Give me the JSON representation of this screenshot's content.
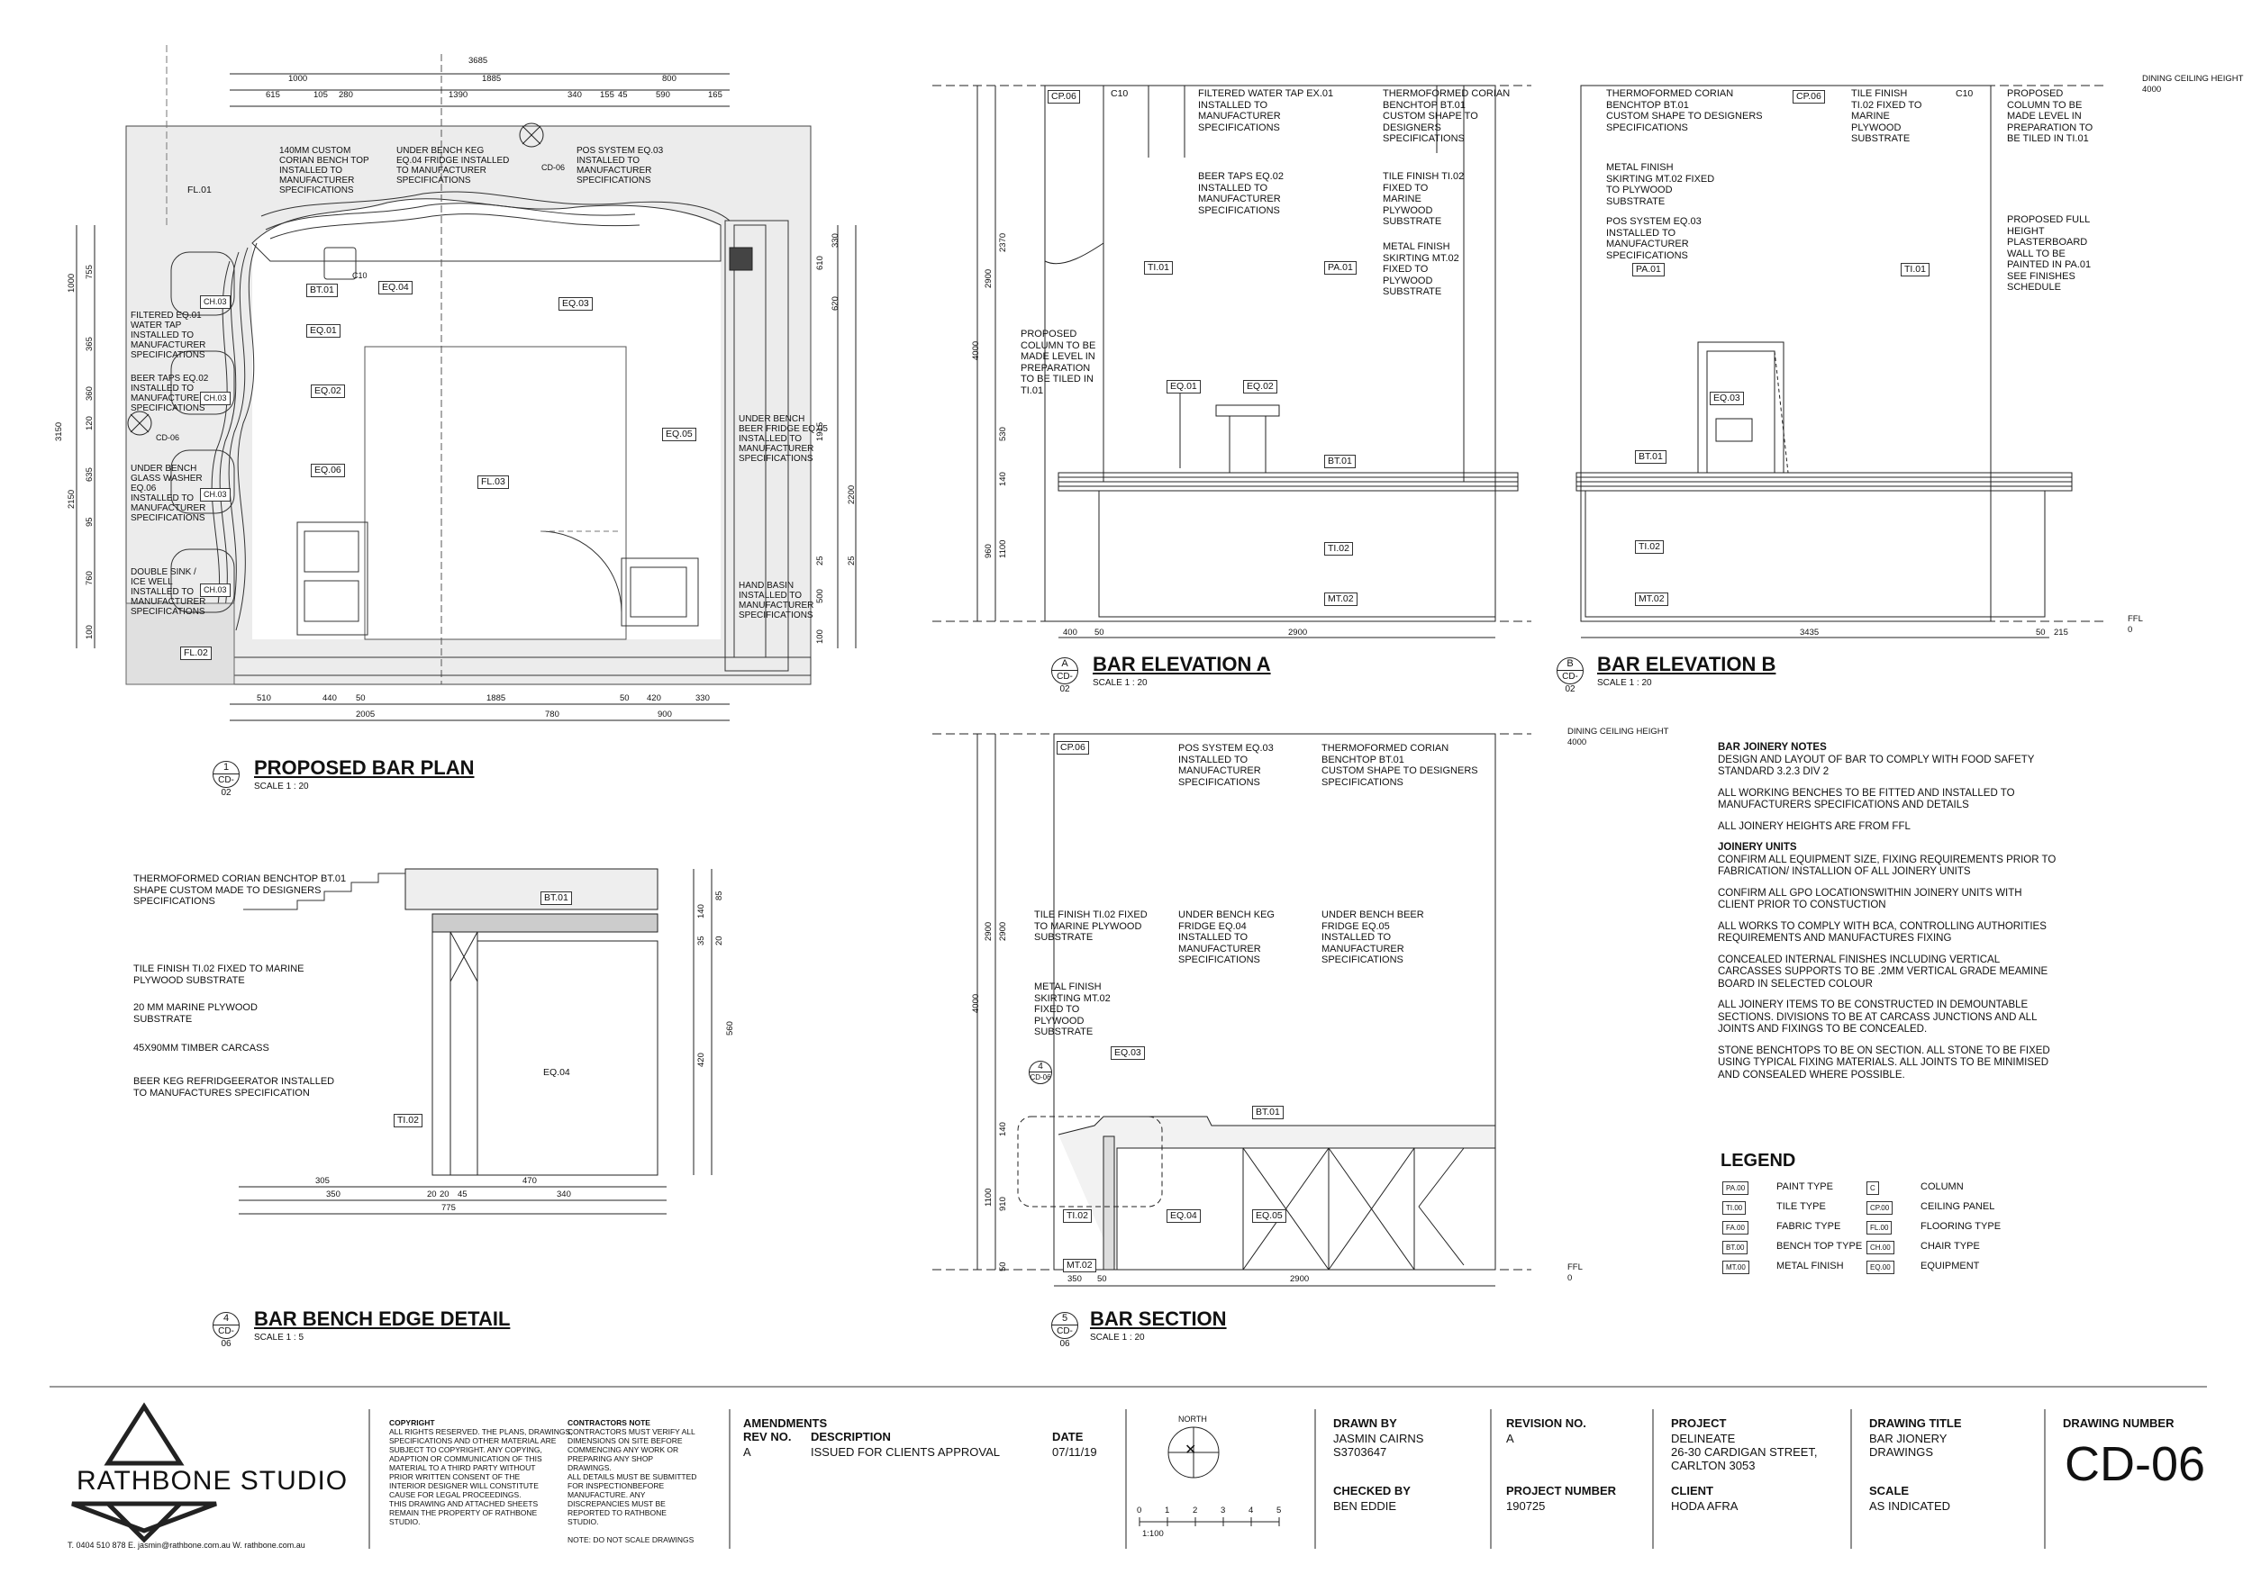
{
  "plan": {
    "title": "PROPOSED BAR PLAN",
    "circle_num": "1",
    "circle_ref": "CD-02",
    "scale": "SCALE 1 : 20",
    "top_dims_row1": "3685",
    "top_dims_row2": [
      "1000",
      "1885",
      "800"
    ],
    "top_dims_row3": [
      "615",
      "105",
      "280",
      "1390",
      "340",
      "155",
      "45",
      "590",
      "165"
    ],
    "bottom_dims_row1": [
      "510",
      "440",
      "50",
      "1885",
      "50",
      "420",
      "330"
    ],
    "bottom_dims_row2": [
      "2005",
      "780",
      "900"
    ],
    "left_dims": [
      "755",
      "365",
      "360",
      "120",
      "635",
      "95",
      "760",
      "100"
    ],
    "left_dims_total": [
      "1000",
      "3150",
      "2150"
    ],
    "right_dims": [
      "330",
      "610",
      "620",
      "1915",
      "2200",
      "25",
      "500",
      "25",
      "100"
    ],
    "labels": {
      "custom_top": "140MM CUSTOM\nCORIAN BENCH TOP\nINSTALLED TO\nMANUFACTURER\nSPECIFICATIONS",
      "fridge": "UNDER BENCH KEG\nEQ.04 FRIDGE INSTALLED\nTO MANUFACTURER\nSPECIFICATIONS",
      "pos": "POS SYSTEM EQ.03\nINSTALLED TO\nMANUFACTURER\nSPECIFICATIONS",
      "water_tap": "FILTERED EQ.01\nWATER TAP\nINSTALLED TO\nMANUFACTURER\nSPECIFICATIONS",
      "beer_taps": "BEER TAPS EQ.02\nINSTALLED TO\nMANUFACTURER\nSPECIFICATIONS",
      "glass_washer": "UNDER BENCH\nGLASS WASHER\nEQ.06\nINSTALLED TO\nMANUFACTURER\nSPECIFICATIONS",
      "sink": "DOUBLE SINK /\nICE WELL\nINSTALLED TO\nMANUFACTURER\nSPECIFICATIONS",
      "beer_fridge": "UNDER BENCH\nBEER FRIDGE EQ.05\nINSTALLED TO\nMANUFACTURER\nSPECIFICATIONS",
      "hand_basin": "HAND BASIN\nINSTALLED TO\nMANUFACTURER\nSPECIFICATIONS"
    },
    "tags": [
      "FL.01",
      "BT.01",
      "EQ.01",
      "EQ.02",
      "EQ.04",
      "EQ.03",
      "EQ.05",
      "EQ.06",
      "FL.03",
      "FL.02",
      "CH.03",
      "CH.03",
      "CH.03",
      "CH.03",
      "C10",
      "CD-06",
      "CD-06"
    ]
  },
  "elev_a": {
    "title": "BAR ELEVATION A",
    "circle_num": "A",
    "circle_ref": "CD-02",
    "scale": "SCALE 1 : 20",
    "labels": {
      "water_tap": "FILTERED WATER TAP EX.01\nINSTALLED TO\nMANUFACTURER\nSPECIFICATIONS",
      "corian": "THERMOFORMED CORIAN\nBENCHTOP BT.01\nCUSTOM SHAPE TO\nDESIGNERS\nSPECIFICATIONS",
      "beer_taps": "BEER TAPS EQ.02\nINSTALLED TO\nMANUFACTURER\nSPECIFICATIONS",
      "tile": "TILE FINISH TI.02\nFIXED TO\nMARINE\nPLYWOOD\nSUBSTRATE",
      "metal": "METAL FINISH\nSKIRTING MT.02\nFIXED TO\nPLYWOOD\nSUBSTRATE",
      "column": "PROPOSED\nCOLUMN TO BE\nMADE LEVEL IN\nPREPARATION\nTO BE TILED IN\nTI.01"
    },
    "tags": [
      "CP.06",
      "C10",
      "TI.01",
      "PA.01",
      "EQ.01",
      "EQ.02",
      "BT.01",
      "TI.02",
      "MT.02"
    ],
    "dims_left": [
      "2370",
      "2900",
      "4000",
      "530",
      "140",
      "960",
      "1100"
    ],
    "dims_bottom": [
      "400",
      "50",
      "2900"
    ]
  },
  "elev_b": {
    "title": "BAR ELEVATION B",
    "circle_num": "B",
    "circle_ref": "CD-02",
    "scale": "SCALE 1 : 20",
    "ceiling": "DINING CEILING HEIGHT",
    "ceiling_val": "4000",
    "ffl": "FFL",
    "ffl_val": "0",
    "labels": {
      "corian": "THERMOFORMED CORIAN\nBENCHTOP BT.01\nCUSTOM SHAPE TO DESIGNERS\nSPECIFICATIONS",
      "metal": "METAL FINISH\nSKIRTING MT.02 FIXED\nTO PLYWOOD\nSUBSTRATE",
      "pos": "POS SYSTEM EQ.03\nINSTALLED TO\nMANUFACTURER\nSPECIFICATIONS",
      "tile": "TILE FINISH\nTI.02 FIXED TO\nMARINE\nPLYWOOD\nSUBSTRATE",
      "column": "PROPOSED\nCOLUMN TO BE\nMADE LEVEL IN\nPREPARATION TO\nBE TILED IN TI.01",
      "wall": "PROPOSED FULL\nHEIGHT\nPLASTERBOARD\nWALL TO BE\nPAINTED IN PA.01\nSEE FINISHES\nSCHEDULE"
    },
    "tags": [
      "CP.06",
      "C10",
      "PA.01",
      "TI.01",
      "EQ.03",
      "BT.01",
      "TI.02",
      "MT.02"
    ],
    "dims_bottom": [
      "3435",
      "50",
      "215"
    ]
  },
  "section": {
    "title": "BAR SECTION",
    "circle_num": "5",
    "circle_ref": "CD-06",
    "scale": "SCALE 1 : 20",
    "ceiling": "DINING CEILING HEIGHT",
    "ceiling_val": "4000",
    "ffl": "FFL",
    "ffl_val": "0",
    "labels": {
      "pos": "POS SYSTEM EQ.03\nINSTALLED TO\nMANUFACTURER\nSPECIFICATIONS",
      "corian": "THERMOFORMED CORIAN\nBENCHTOP BT.01\nCUSTOM SHAPE TO DESIGNERS\nSPECIFICATIONS",
      "tile": "TILE FINISH TI.02 FIXED\nTO MARINE PLYWOOD\nSUBSTRATE",
      "keg": "UNDER BENCH KEG\nFRIDGE EQ.04\nINSTALLED TO\nMANUFACTURER\nSPECIFICATIONS",
      "beer": "UNDER BENCH BEER\nFRIDGE EQ.05\nINSTALLED TO\nMANUFACTURER\nSPECIFICATIONS",
      "metal": "METAL FINISH\nSKIRTING MT.02\nFIXED TO\nPLYWOOD\nSUBSTRATE"
    },
    "tags": [
      "CP.06",
      "EQ.03",
      "BT.01",
      "TI.02",
      "EQ.04",
      "EQ.05",
      "MT.02"
    ],
    "dims_left": [
      "2900",
      "2900",
      "4000",
      "140",
      "1100",
      "910",
      "50"
    ],
    "dims_bottom": [
      "350",
      "50",
      "2900"
    ],
    "detail_circle": "4",
    "detail_ref": "CD-06"
  },
  "edge": {
    "title": "BAR BENCH EDGE DETAIL",
    "circle_num": "4",
    "circle_ref": "CD-06",
    "scale": "SCALE 1 : 5",
    "labels": {
      "corian": "THERMOFORMED CORIAN BENCHTOP BT.01\nSHAPE CUSTOM MADE TO DESIGNERS\nSPECIFICATIONS",
      "tile": "TILE FINISH TI.02 FIXED TO MARINE\nPLYWOOD SUBSTRATE",
      "ply": "20 MM MARINE PLYWOOD\nSUBSTRATE",
      "timber": "45X90MM TIMBER CARCASS",
      "fridge": "BEER KEG REFRIDGEERATOR INSTALLED\nTO MANUFACTURES SPECIFICATION"
    },
    "tags": [
      "BT.01",
      "EQ.04",
      "TI.02"
    ],
    "dims_right": [
      "85",
      "140",
      "35",
      "20",
      "420",
      "560"
    ],
    "dims_bottom_row1": [
      "305",
      "470"
    ],
    "dims_bottom_row2": [
      "350",
      "20",
      "20",
      "45",
      "340"
    ],
    "dims_bottom_row3": "775"
  },
  "notes": {
    "h1": "BAR JOINERY NOTES",
    "p1": "DESIGN AND LAYOUT OF BAR TO COMPLY WITH FOOD SAFETY STANDARD 3.2.3 DIV 2",
    "p2": "ALL WORKING BENCHES TO BE FITTED AND INSTALLED TO MANUFACTURERS SPECIFICATIONS AND DETAILS",
    "p3": "ALL JOINERY HEIGHTS ARE FROM FFL",
    "h2": "JOINERY UNITS",
    "p4": "CONFIRM ALL EQUIPMENT SIZE, FIXING REQUIREMENTS PRIOR TO FABRICATION/ INSTALLION OF ALL JOINERY UNITS",
    "p5": "CONFIRM ALL GPO LOCATIONSWITHIN JOINERY UNITS WITH CLIENT PRIOR TO CONSTUCTION",
    "p6": "ALL WORKS TO COMPLY WITH BCA, CONTROLLING AUTHORITIES REQUIREMENTS AND MANUFACTURES FIXING",
    "p7": "CONCEALED INTERNAL FINISHES INCLUDING VERTICAL CARCASSES SUPPORTS TO BE .2MM VERTICAL GRADE MEAMINE BOARD IN SELECTED COLOUR",
    "p8": "ALL JOINERY ITEMS TO BE CONSTRUCTED IN DEMOUNTABLE SECTIONS. DIVISIONS TO BE AT CARCASS JUNCTIONS AND ALL JOINTS AND FIXINGS TO BE CONCEALED.",
    "p9": "STONE BENCHTOPS TO BE ON SECTION. ALL STONE TO BE FIXED USING TYPICAL FIXING MATERIALS. ALL JOINTS TO BE MINIMISED AND CONSEALED WHERE POSSIBLE."
  },
  "legend": {
    "title": "LEGEND",
    "left": [
      {
        "code": "PA.00",
        "label": "PAINT TYPE"
      },
      {
        "code": "TI.00",
        "label": "TILE TYPE"
      },
      {
        "code": "FA.00",
        "label": "FABRIC TYPE"
      },
      {
        "code": "BT.00",
        "label": "BENCH TOP TYPE"
      },
      {
        "code": "MT.00",
        "label": "METAL FINISH"
      }
    ],
    "right": [
      {
        "code": "C",
        "label": "COLUMN"
      },
      {
        "code": "CP.00",
        "label": "CEILING PANEL"
      },
      {
        "code": "FL.00",
        "label": "FLOORING TYPE"
      },
      {
        "code": "CH.00",
        "label": "CHAIR TYPE"
      },
      {
        "code": "EQ.00",
        "label": "EQUIPMENT"
      }
    ]
  },
  "titleblock": {
    "studio": "RATHBONE STUDIO",
    "contact": "T. 0404 510 878 E. jasmin@rathbone.com.au W. rathbone.com.au",
    "copyright_h": "COPYRIGHT",
    "copyright": "ALL RIGHTS RESERVED. THE PLANS, DRAWINGS,\nSPECIFICATIONS AND OTHER MATERIAL ARE\nSUBJECT TO COPYRIGHT. ANY COPYING,\nADAPTION OR COMMUNICATION OF THIS\nMATERIAL TO A THIRD PARTY WITHOUT\nPRIOR WRITTEN CONSENT OF THE\nINTERIOR DESIGNER WILL CONSTITUTE\nCAUSE FOR LEGAL PROCEEDINGS.\nTHIS DRAWING AND ATTACHED SHEETS\nREMAIN THE PROPERTY OF RATHBONE\nSTUDIO.",
    "contractors_h": "CONTRACTORS NOTE",
    "contractors": "CONTRACTORS MUST VERIFY ALL\nDIMENSIONS ON SITE BEFORE\nCOMMENCING ANY WORK OR\nPREPARING ANY SHOP\nDRAWINGS.\nALL DETAILS MUST BE SUBMITTED\nFOR INSPECTIONBEFORE\nMANUFACTURE. ANY\nDISCREPANCIES MUST BE\nREPORTED TO RATHBONE\nSTUDIO.\n\nNOTE: DO NOT SCALE DRAWINGS",
    "amend_h": "AMENDMENTS",
    "rev_h": "REV NO.",
    "desc_h": "DESCRIPTION",
    "date_h": "DATE",
    "rev": "A",
    "desc": "ISSUED FOR CLIENTS APPROVAL",
    "date": "07/11/19",
    "north": "NORTH",
    "scale_ticks": [
      "0",
      "1",
      "2",
      "3",
      "4",
      "5"
    ],
    "scale_ratio": "1:100",
    "drawn_h": "DRAWN BY",
    "drawn": "JASMIN CAIRNS\nS3703647",
    "checked_h": "CHECKED BY",
    "checked": "BEN EDDIE",
    "revision_h": "REVISION NO.",
    "revision": "A",
    "projnum_h": "PROJECT NUMBER",
    "projnum": "190725",
    "project_h": "PROJECT",
    "project": "DELINEATE\n26-30 CARDIGAN STREET,\nCARLTON 3053",
    "client_h": "CLIENT",
    "client": "HODA AFRA",
    "dtitle_h": "DRAWING TITLE",
    "dtitle": "BAR JIONERY\nDRAWINGS",
    "scale_h": "SCALE",
    "scale": "AS INDICATED",
    "dnum_h": "DRAWING NUMBER",
    "dnum": "CD-06"
  }
}
